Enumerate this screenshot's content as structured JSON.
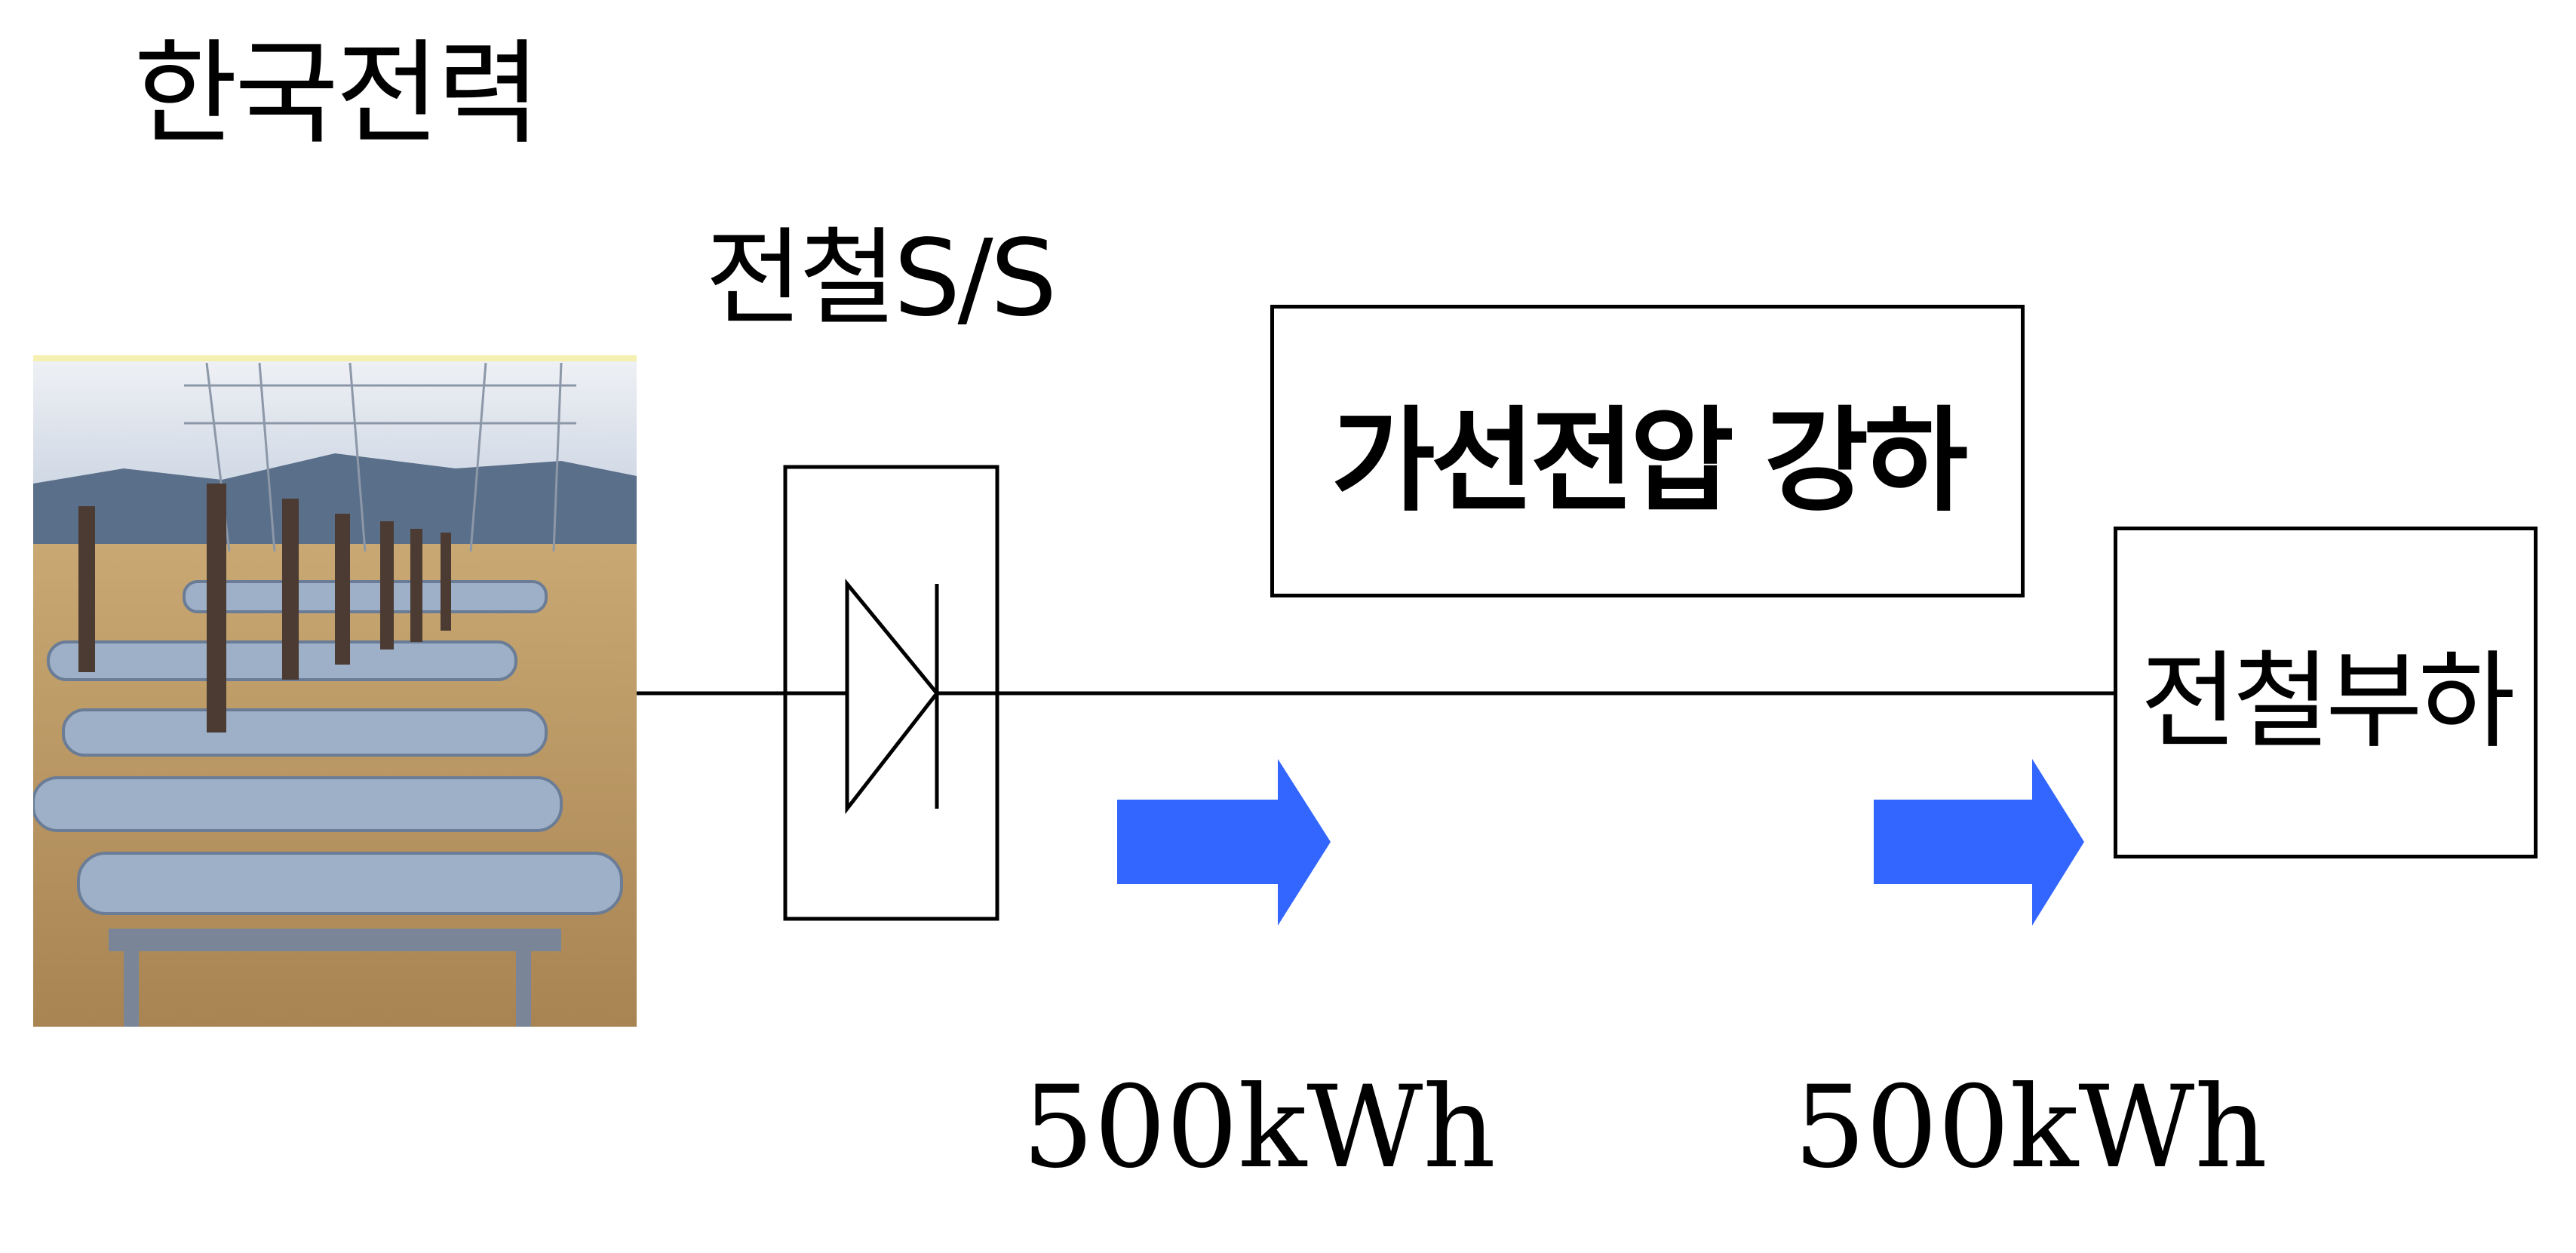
{
  "source_label": "한국전력",
  "substation_label": "전철S/S",
  "voltage_drop_label": "가선전압 강하",
  "load_label": "전철부하",
  "energy_out": "500kWh",
  "energy_in": "500kWh",
  "colors": {
    "arrow": "#3366FF",
    "line": "#000000"
  }
}
